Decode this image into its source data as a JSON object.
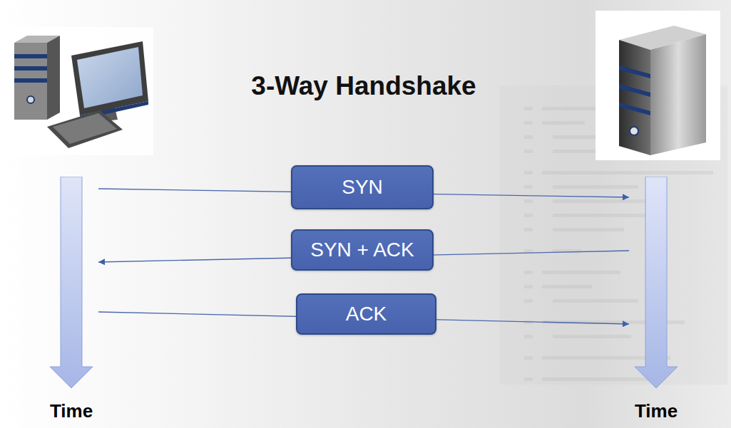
{
  "diagram": {
    "title": "3-Way Handshake",
    "nodes": [
      {
        "text": [
          "Time"
        ]
      },
      {
        "text": [
          "Time"
        ]
      }
    ],
    "edges": [
      {
        "from": 0,
        "to": 1,
        "label": "SYN",
        "arrow": "to"
      },
      {
        "from": 1,
        "to": 0,
        "label": "SYN + ACK",
        "arrow": "to"
      },
      {
        "from": 0,
        "to": 1,
        "label": "ACK",
        "arrow": "to"
      }
    ]
  }
}
